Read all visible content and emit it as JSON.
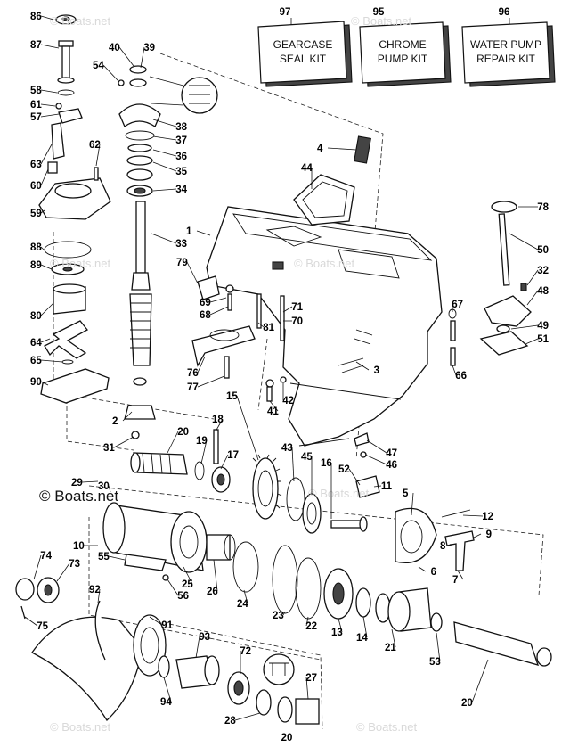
{
  "kits": [
    {
      "number": "97",
      "line1": "GEARCASE",
      "line2": "SEAL KIT"
    },
    {
      "number": "95",
      "line1": "CHROME",
      "line2": "PUMP KIT"
    },
    {
      "number": "96",
      "line1": "WATER PUMP",
      "line2": "REPAIR KIT"
    }
  ],
  "watermark": "© Boats.net",
  "watermark_main": "© Boats.net",
  "page_number": "20",
  "callouts": [
    "86",
    "87",
    "40",
    "39",
    "54",
    "58",
    "61",
    "57",
    "38",
    "37",
    "36",
    "35",
    "34",
    "62",
    "63",
    "60",
    "59",
    "88",
    "89",
    "80",
    "64",
    "65",
    "90",
    "33",
    "1",
    "4",
    "44",
    "78",
    "50",
    "32",
    "48",
    "67",
    "49",
    "51",
    "66",
    "79",
    "69",
    "68",
    "71",
    "70",
    "81",
    "76",
    "77",
    "3",
    "42",
    "41",
    "2",
    "15",
    "18",
    "19",
    "20",
    "17",
    "31",
    "43",
    "45",
    "16",
    "52",
    "11",
    "5",
    "12",
    "9",
    "8",
    "7",
    "6",
    "47",
    "46",
    "29",
    "30",
    "10",
    "55",
    "25",
    "26",
    "56",
    "24",
    "23",
    "22",
    "13",
    "14",
    "21",
    "53",
    "74",
    "73",
    "92",
    "75",
    "91",
    "93",
    "72",
    "94",
    "27",
    "28"
  ]
}
